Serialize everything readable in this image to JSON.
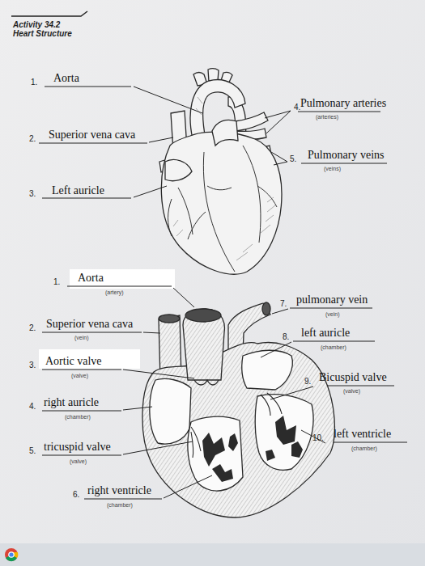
{
  "diagram": {
    "title": "Activity 34.2 Heart Structure",
    "labels": [
      "1.",
      "Aorta",
      "4.",
      "Pulmonary arteries",
      "(arteries)",
      "2.",
      "Superior vena cava",
      "5.",
      "Pulmonary veins",
      "(veins)",
      "3.",
      "Left auricle",
      "1.",
      "Aorta",
      "(artery)",
      "7.",
      "pulmonary vein",
      "(vein)",
      "2.",
      "Superior vena cava",
      "(vein)",
      "8.",
      "left auricle",
      "(chamber)",
      "3.",
      "Aortic valve",
      "(valve)",
      "9.",
      "Bicuspid valve",
      "(valve)",
      "4.",
      "right auricle",
      "(chamber)",
      "10.",
      "left ventricle",
      "(chamber)",
      "5.",
      "tricuspid valve",
      "(valve)",
      "6.",
      "right ventricle",
      "(chamber)"
    ]
  }
}
